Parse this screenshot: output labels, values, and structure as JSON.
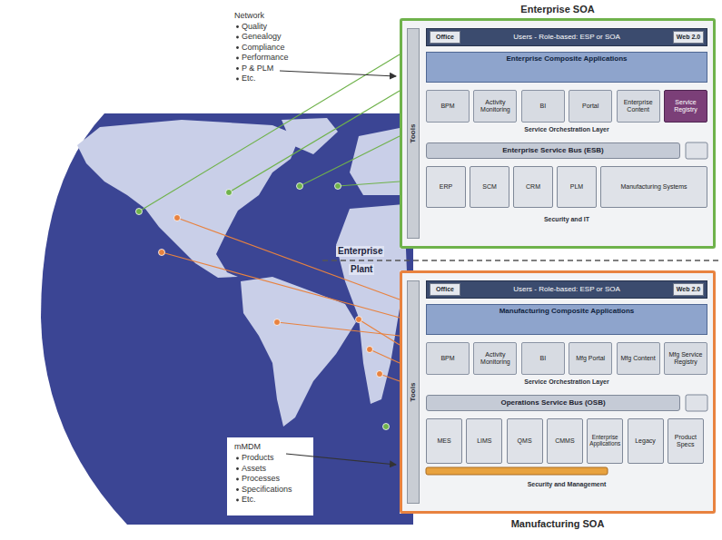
{
  "diagram": {
    "nodes": [
      {
        "text": [
          "Enterprise SOA"
        ]
      },
      {
        "text": [
          "Tools"
        ],
        "in": 0
      },
      {
        "text": [
          "Users - Role-based: ESP or SOA"
        ],
        "in": 0
      },
      {
        "text": [
          "Office"
        ],
        "in": 2
      },
      {
        "text": [
          "Web 2.0"
        ],
        "in": 2
      },
      {
        "text": [
          "Enterprise Composite Applications"
        ],
        "in": 0
      },
      {
        "text": [
          "BPM"
        ],
        "in": 0
      },
      {
        "text": [
          "Activity Monitoring"
        ],
        "in": 0
      },
      {
        "text": [
          "BI"
        ],
        "in": 0
      },
      {
        "text": [
          "Portal"
        ],
        "in": 0
      },
      {
        "text": [
          "Enterprise Content"
        ],
        "in": 0
      },
      {
        "text": [
          "Service Registry"
        ],
        "in": 0
      },
      {
        "text": [
          "Enterprise Service Bus (ESB)"
        ],
        "in": 0
      },
      {
        "text": [
          "ERP"
        ],
        "in": 0
      },
      {
        "text": [
          "SCM"
        ],
        "in": 0
      },
      {
        "text": [
          "CRM"
        ],
        "in": 0
      },
      {
        "text": [
          "PLM"
        ],
        "in": 0
      },
      {
        "text": [
          "Manufacturing Systems"
        ],
        "in": 0
      },
      {
        "text": [
          "Manufacturing SOA"
        ]
      },
      {
        "text": [
          "Tools"
        ],
        "in": 18
      },
      {
        "text": [
          "Users - Role-based: ESP or SOA"
        ],
        "in": 18
      },
      {
        "text": [
          "Office"
        ],
        "in": 20
      },
      {
        "text": [
          "Web 2.0"
        ],
        "in": 20
      },
      {
        "text": [
          "Manufacturing Composite Applications"
        ],
        "in": 18
      },
      {
        "text": [
          "BPM"
        ],
        "in": 18
      },
      {
        "text": [
          "Activity Monitoring"
        ],
        "in": 18
      },
      {
        "text": [
          "BI"
        ],
        "in": 18
      },
      {
        "text": [
          "Mfg Portal"
        ],
        "in": 18
      },
      {
        "text": [
          "Mfg Content"
        ],
        "in": 18
      },
      {
        "text": [
          "Mfg Service Registry"
        ],
        "in": 18
      },
      {
        "text": [
          "Operations Service Bus (OSB)"
        ],
        "in": 18
      },
      {
        "text": [
          "MES"
        ],
        "in": 18
      },
      {
        "text": [
          "LIMS"
        ],
        "in": 18
      },
      {
        "text": [
          "QMS"
        ],
        "in": 18
      },
      {
        "text": [
          "CMMS"
        ],
        "in": 18
      },
      {
        "text": [
          "Enterprise Applications"
        ],
        "in": 18
      },
      {
        "text": [
          "Legacy"
        ],
        "in": 18
      },
      {
        "text": [
          "Product Specs"
        ],
        "in": 18
      }
    ],
    "labels": [
      "Network",
      "Quality",
      "Genealogy",
      "Compliance",
      "Performance",
      "P & PLM",
      "Etc.",
      "mMDM",
      "Products",
      "Assets",
      "Processes",
      "Specifications",
      "Etc.",
      "Enterprise",
      "Plant",
      "Service Orchestration Layer",
      "Security and IT",
      "Service Orchestration Layer",
      "Security and Management"
    ]
  }
}
